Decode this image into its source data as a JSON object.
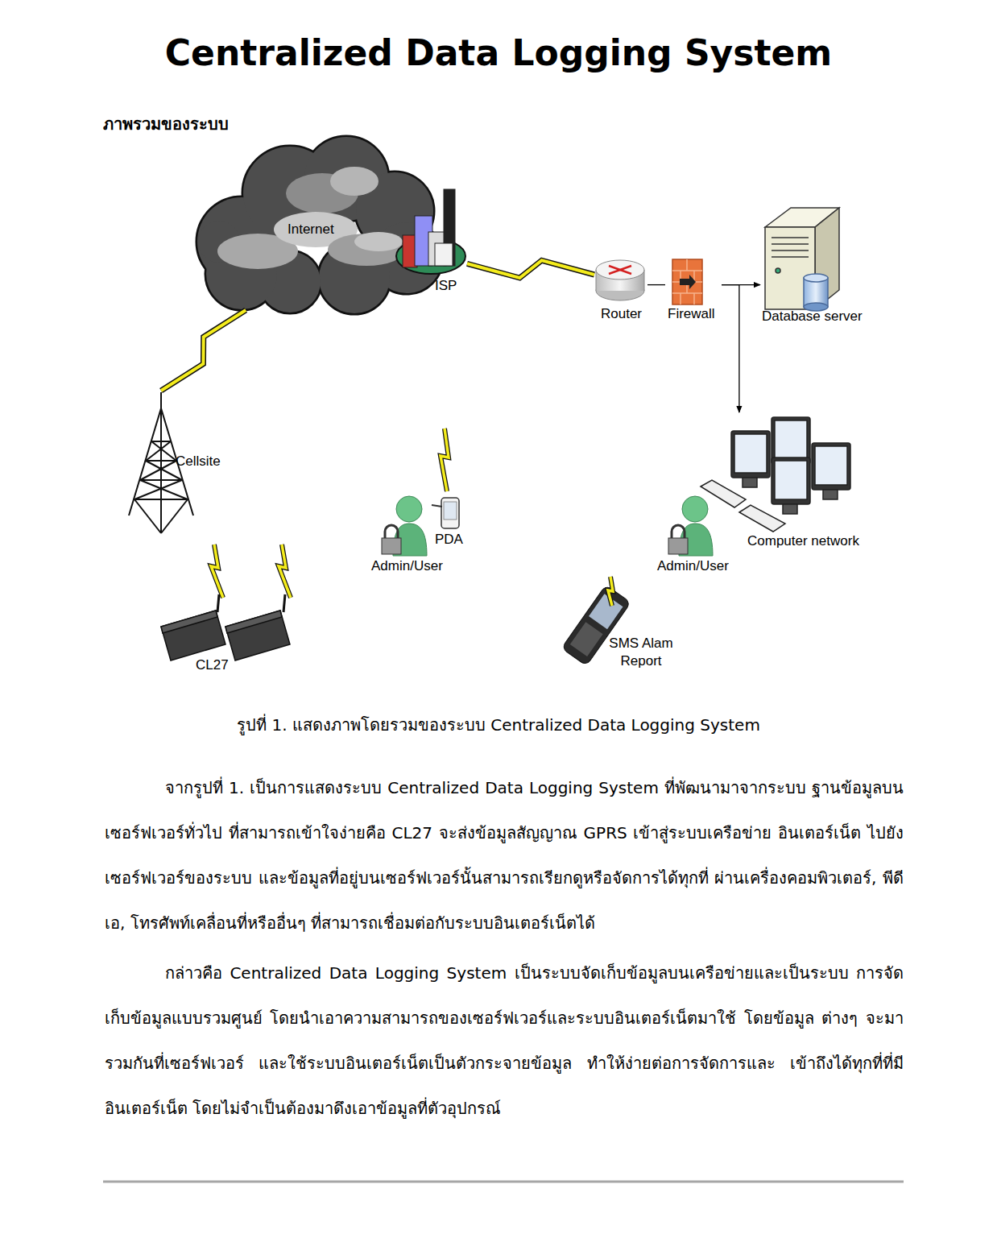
{
  "diagram": {
    "title": "Centralized Data Logging System",
    "caption": "รูปที่ 1. แสดงภาพโดยรวมของระบบ Centralized Data Logging System",
    "nodes": [
      {
        "text": [
          "Internet"
        ]
      },
      {
        "text": [
          "ISP"
        ]
      },
      {
        "text": [
          "Router"
        ]
      },
      {
        "text": [
          "Firewall"
        ]
      },
      {
        "text": [
          "Database server"
        ]
      },
      {
        "text": [
          "Cellsite"
        ]
      },
      {
        "text": [
          "PDA"
        ]
      },
      {
        "text": [
          "Admin/User"
        ]
      },
      {
        "text": [
          "Computer network"
        ]
      },
      {
        "text": [
          "Admin/User"
        ]
      },
      {
        "text": [
          "CL27"
        ]
      },
      {
        "text": [
          "SMS Alam Report"
        ]
      }
    ],
    "edges": [
      {
        "from": 5,
        "to": 0,
        "arrow": "none"
      },
      {
        "from": 1,
        "to": 2,
        "arrow": "none"
      },
      {
        "from": 2,
        "to": 3,
        "arrow": "none"
      },
      {
        "from": 3,
        "to": 4,
        "arrow": "to"
      },
      {
        "from": 3,
        "to": 8,
        "arrow": "to"
      }
    ],
    "labels": [
      "ภาพรวมของระบบ",
      "จากรูปที่ 1. เป็นการแสดงระบบ Centralized Data Logging System ที่พัฒนามาจากระบบ ฐานข้อมูลบนเซอร์ฟเวอร์ทั่วไป ที่สามารถเข้าใจง่ายคือ CL27 จะส่งข้อมูลสัญญาณ GPRS เข้าสู่ระบบเครือข่าย อินเตอร์เน็ต ไปยังเซอร์ฟเวอร์ของระบบ และข้อมูลที่อยู่บนเซอร์ฟเวอร์นั้นสามารถเรียกดูหรือจัดการได้ทุกที่ ผ่านเครื่องคอมพิวเตอร์, พีดีเอ, โทรศัพท์เคลื่อนที่หรืออื่นๆ ที่สามารถเชื่อมต่อกับระบบอินเตอร์เน็ตได้",
      "กล่าวคือ Centralized Data Logging System เป็นระบบจัดเก็บข้อมูลบนเครือข่ายและเป็นระบบ การจัดเก็บข้อมูลแบบรวมศูนย์ โดยนำเอาความสามารถของเซอร์ฟเวอร์และระบบอินเตอร์เน็ตมาใช้ โดยข้อมูล ต่างๆ จะมารวมกันที่เซอร์ฟเวอร์ และใช้ระบบอินเตอร์เน็ตเป็นตัวกระจายข้อมูล ทำให้ง่ายต่อการจัดการและ เข้าถึงได้ทุกที่ที่มีอินเตอร์เน็ต โดยไม่จำเป็นต้องมาดึงเอาข้อมูลที่ตัวอุปกรณ์"
    ]
  }
}
